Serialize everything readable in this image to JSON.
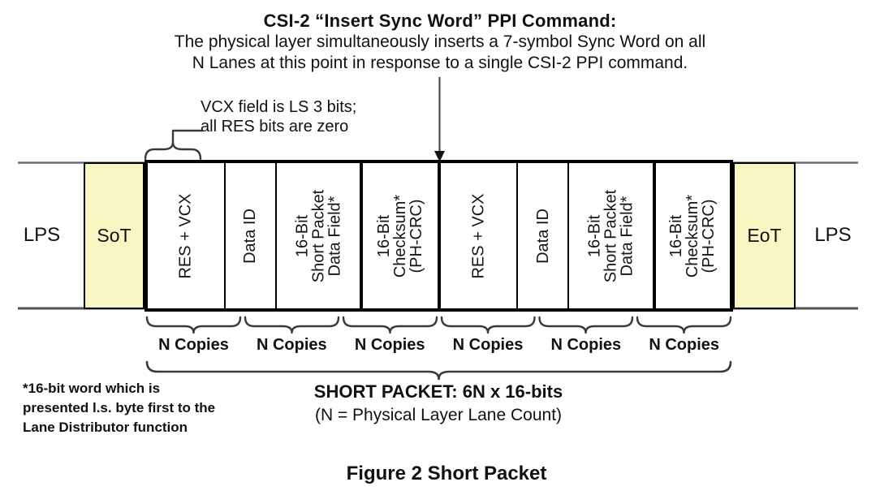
{
  "title": {
    "line1": "CSI-2 “Insert Sync Word” PPI Command:",
    "line2": "The physical layer simultaneously inserts a 7-symbol Sync Word on all",
    "line3": "N Lanes at this point in response to a single CSI-2 PPI command."
  },
  "vcx_note": {
    "line1": "VCX field is LS 3 bits;",
    "line2": "all RES bits are zero"
  },
  "lane": {
    "lps_left": "LPS",
    "sot": "SoT",
    "eot": "EoT",
    "lps_right": "LPS",
    "fields": [
      {
        "label": "RES + VCX",
        "lines": [
          "RES + VCX"
        ]
      },
      {
        "label": "Data ID",
        "lines": [
          "Data ID"
        ]
      },
      {
        "label": "16-Bit Short Packet Data Field*",
        "lines": [
          "16-Bit",
          "Short Packet",
          "Data Field*"
        ]
      },
      {
        "label": "16-Bit Checksum* (PH-CRC)",
        "lines": [
          "16-Bit",
          "Checksum*",
          "(PH-CRC)"
        ]
      },
      {
        "label": "RES + VCX",
        "lines": [
          "RES + VCX"
        ]
      },
      {
        "label": "Data ID",
        "lines": [
          "Data ID"
        ]
      },
      {
        "label": "16-Bit Short Packet Data Field*",
        "lines": [
          "16-Bit",
          "Short Packet",
          "Data Field*"
        ]
      },
      {
        "label": "16-Bit Checksum* (PH-CRC)",
        "lines": [
          "16-Bit",
          "Checksum*",
          "(PH-CRC)"
        ]
      }
    ]
  },
  "n_copies": [
    "N Copies",
    "N Copies",
    "N Copies",
    "N Copies",
    "N Copies",
    "N Copies"
  ],
  "summary": {
    "line1": "SHORT PACKET: 6N x 16-bits",
    "line2": "(N = Physical Layer Lane Count)"
  },
  "footnote": {
    "line1": "*16-bit word which is",
    "line2": "presented l.s. byte first to the",
    "line3": "Lane Distributor function"
  },
  "caption": {
    "text": "Figure 2 Short Packet"
  },
  "colors": {
    "highlight_yellow": "#F8F6C2",
    "transmission_line_gray": "#6E6E6E",
    "brace_gray": "#3A3A3A",
    "border_black": "#000000"
  }
}
